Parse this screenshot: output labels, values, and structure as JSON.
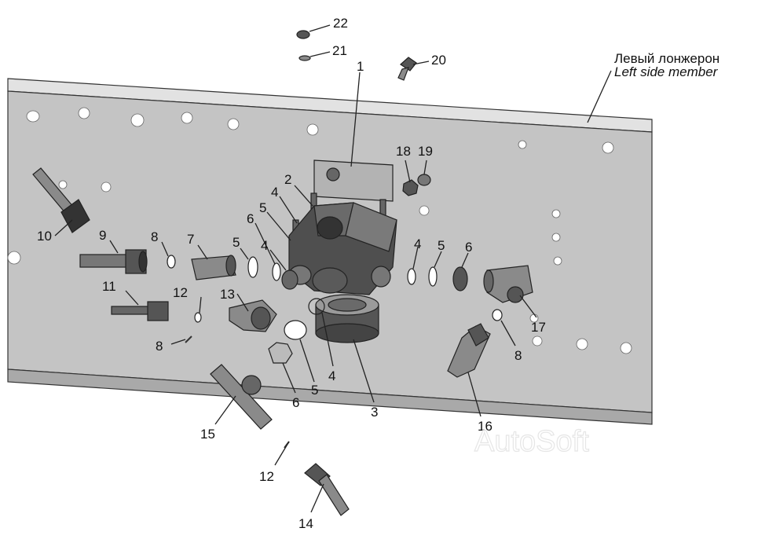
{
  "caption": {
    "ru": "Левый лонжерон",
    "en": "Left side member"
  },
  "watermark": "AutoSoft",
  "colors": {
    "background": "#ffffff",
    "member": "#c4c4c4",
    "part_dark": "#555555",
    "part_mid": "#8a8a8a",
    "part_light": "#b3b3b3",
    "line": "#222222"
  },
  "callouts": [
    {
      "id": "c1",
      "label": "1"
    },
    {
      "id": "c2",
      "label": "2"
    },
    {
      "id": "c3",
      "label": "3"
    },
    {
      "id": "c4a",
      "label": "4"
    },
    {
      "id": "c4b",
      "label": "4"
    },
    {
      "id": "c4c",
      "label": "4"
    },
    {
      "id": "c4d",
      "label": "4"
    },
    {
      "id": "c5a",
      "label": "5"
    },
    {
      "id": "c5b",
      "label": "5"
    },
    {
      "id": "c5c",
      "label": "5"
    },
    {
      "id": "c5d",
      "label": "5"
    },
    {
      "id": "c6a",
      "label": "6"
    },
    {
      "id": "c6b",
      "label": "6"
    },
    {
      "id": "c6c",
      "label": "6"
    },
    {
      "id": "c7",
      "label": "7"
    },
    {
      "id": "c8a",
      "label": "8"
    },
    {
      "id": "c8b",
      "label": "8"
    },
    {
      "id": "c8c",
      "label": "8"
    },
    {
      "id": "c9",
      "label": "9"
    },
    {
      "id": "c10",
      "label": "10"
    },
    {
      "id": "c11",
      "label": "11"
    },
    {
      "id": "c12a",
      "label": "12"
    },
    {
      "id": "c12b",
      "label": "12"
    },
    {
      "id": "c13",
      "label": "13"
    },
    {
      "id": "c14",
      "label": "14"
    },
    {
      "id": "c15",
      "label": "15"
    },
    {
      "id": "c16",
      "label": "16"
    },
    {
      "id": "c17",
      "label": "17"
    },
    {
      "id": "c18",
      "label": "18"
    },
    {
      "id": "c19",
      "label": "19"
    },
    {
      "id": "c20",
      "label": "20"
    },
    {
      "id": "c21",
      "label": "21"
    },
    {
      "id": "c22",
      "label": "22"
    }
  ]
}
